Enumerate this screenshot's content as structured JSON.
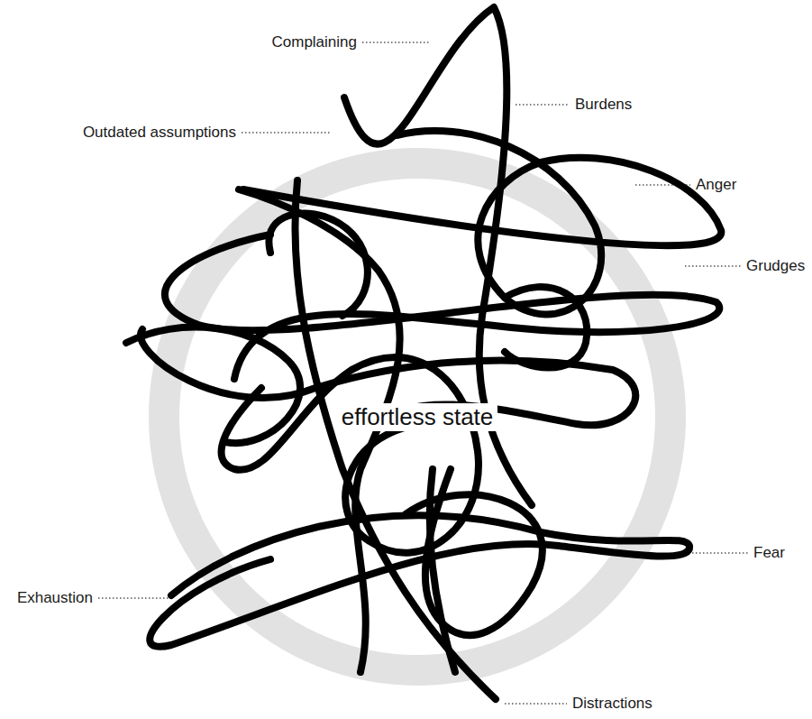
{
  "diagram": {
    "nodes": [
      {
        "text": [
          "effortless state"
        ]
      }
    ],
    "labels": [
      "Complaining",
      "Burdens",
      "Outdated assumptions",
      "Anger",
      "Grudges",
      "Fear",
      "Exhaustion",
      "Distractions"
    ]
  }
}
